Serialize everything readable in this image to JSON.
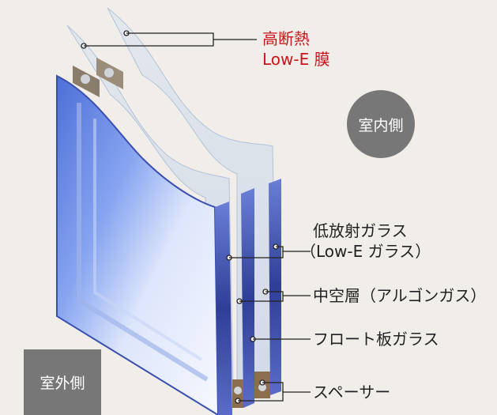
{
  "labels": {
    "coating_line1": "高断熱",
    "coating_line2": "Low-E 膜",
    "indoor": "室内側",
    "outdoor": "室外側",
    "lowe_glass_line1": "低放射ガラス",
    "lowe_glass_line2": "（Low-E ガラス）",
    "hollow_layer": "中空層（アルゴンガス）",
    "float_glass": "フロート板ガラス",
    "spacer": "スペーサー"
  },
  "colors": {
    "background": "#f1eee9",
    "accent_red": "#c8161d",
    "badge_gray": "#777777",
    "glass_edge": "#2f3e96",
    "glass_blue": "#5b7ee0"
  }
}
